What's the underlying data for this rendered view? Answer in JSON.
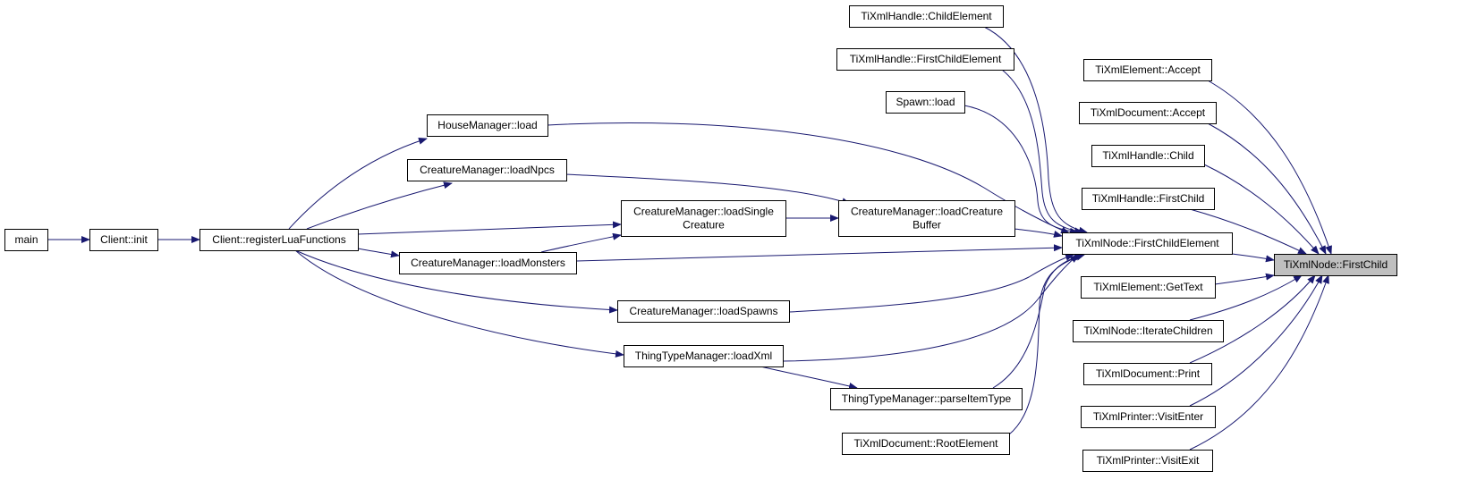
{
  "graph": {
    "edge_color": "#191970",
    "node_fill": "#ffffff",
    "target_fill": "#bfbfbf",
    "target_node_id": "firstchild",
    "nodes": [
      {
        "id": "main",
        "lines": [
          "main"
        ]
      },
      {
        "id": "clientinit",
        "lines": [
          "Client::init"
        ]
      },
      {
        "id": "reglua",
        "lines": [
          "Client::registerLuaFunctions"
        ]
      },
      {
        "id": "houseload",
        "lines": [
          "HouseManager::load"
        ]
      },
      {
        "id": "loadnpcs",
        "lines": [
          "CreatureManager::loadNpcs"
        ]
      },
      {
        "id": "loadsingle",
        "lines": [
          "CreatureManager::loadSingle",
          "Creature"
        ]
      },
      {
        "id": "loadmonsters",
        "lines": [
          "CreatureManager::loadMonsters"
        ]
      },
      {
        "id": "loadspawns",
        "lines": [
          "CreatureManager::loadSpawns"
        ]
      },
      {
        "id": "loadxml",
        "lines": [
          "ThingTypeManager::loadXml"
        ]
      },
      {
        "id": "loadbuffer",
        "lines": [
          "CreatureManager::loadCreature",
          "Buffer"
        ]
      },
      {
        "id": "parseitem",
        "lines": [
          "ThingTypeManager::parseItemType"
        ]
      },
      {
        "id": "rootelement",
        "lines": [
          "TiXmlDocument::RootElement"
        ]
      },
      {
        "id": "hchildelement",
        "lines": [
          "TiXmlHandle::ChildElement"
        ]
      },
      {
        "id": "hfirstchildelement",
        "lines": [
          "TiXmlHandle::FirstChildElement"
        ]
      },
      {
        "id": "spawnload",
        "lines": [
          "Spawn::load"
        ]
      },
      {
        "id": "firstchildelement",
        "lines": [
          "TiXmlNode::FirstChildElement"
        ]
      },
      {
        "id": "elemaccept",
        "lines": [
          "TiXmlElement::Accept"
        ]
      },
      {
        "id": "docaccept",
        "lines": [
          "TiXmlDocument::Accept"
        ]
      },
      {
        "id": "hchild",
        "lines": [
          "TiXmlHandle::Child"
        ]
      },
      {
        "id": "hfirstchild",
        "lines": [
          "TiXmlHandle::FirstChild"
        ]
      },
      {
        "id": "firstchild",
        "lines": [
          "TiXmlNode::FirstChild"
        ]
      },
      {
        "id": "gettext",
        "lines": [
          "TiXmlElement::GetText"
        ]
      },
      {
        "id": "iterate",
        "lines": [
          "TiXmlNode::IterateChildren"
        ]
      },
      {
        "id": "docprint",
        "lines": [
          "TiXmlDocument::Print"
        ]
      },
      {
        "id": "visitenter",
        "lines": [
          "TiXmlPrinter::VisitEnter"
        ]
      },
      {
        "id": "visitexit",
        "lines": [
          "TiXmlPrinter::VisitExit"
        ]
      }
    ],
    "edges": [
      {
        "from": "main",
        "to": "clientinit"
      },
      {
        "from": "clientinit",
        "to": "reglua"
      },
      {
        "from": "reglua",
        "to": "houseload"
      },
      {
        "from": "reglua",
        "to": "loadnpcs"
      },
      {
        "from": "reglua",
        "to": "loadsingle"
      },
      {
        "from": "reglua",
        "to": "loadmonsters"
      },
      {
        "from": "reglua",
        "to": "loadspawns"
      },
      {
        "from": "reglua",
        "to": "loadxml"
      },
      {
        "from": "loadnpcs",
        "to": "loadbuffer"
      },
      {
        "from": "loadmonsters",
        "to": "loadsingle"
      },
      {
        "from": "loadsingle",
        "to": "loadbuffer"
      },
      {
        "from": "loadxml",
        "to": "parseitem"
      },
      {
        "from": "houseload",
        "to": "firstchildelement"
      },
      {
        "from": "loadbuffer",
        "to": "firstchildelement"
      },
      {
        "from": "loadmonsters",
        "to": "firstchildelement"
      },
      {
        "from": "loadspawns",
        "to": "firstchildelement"
      },
      {
        "from": "loadxml",
        "to": "firstchildelement"
      },
      {
        "from": "parseitem",
        "to": "firstchildelement"
      },
      {
        "from": "rootelement",
        "to": "firstchildelement"
      },
      {
        "from": "hchildelement",
        "to": "firstchildelement"
      },
      {
        "from": "hfirstchildelement",
        "to": "firstchildelement"
      },
      {
        "from": "spawnload",
        "to": "firstchildelement"
      },
      {
        "from": "firstchildelement",
        "to": "firstchild"
      },
      {
        "from": "elemaccept",
        "to": "firstchild"
      },
      {
        "from": "docaccept",
        "to": "firstchild"
      },
      {
        "from": "hchild",
        "to": "firstchild"
      },
      {
        "from": "hfirstchild",
        "to": "firstchild"
      },
      {
        "from": "gettext",
        "to": "firstchild"
      },
      {
        "from": "iterate",
        "to": "firstchild"
      },
      {
        "from": "docprint",
        "to": "firstchild"
      },
      {
        "from": "visitenter",
        "to": "firstchild"
      },
      {
        "from": "visitexit",
        "to": "firstchild"
      }
    ]
  }
}
